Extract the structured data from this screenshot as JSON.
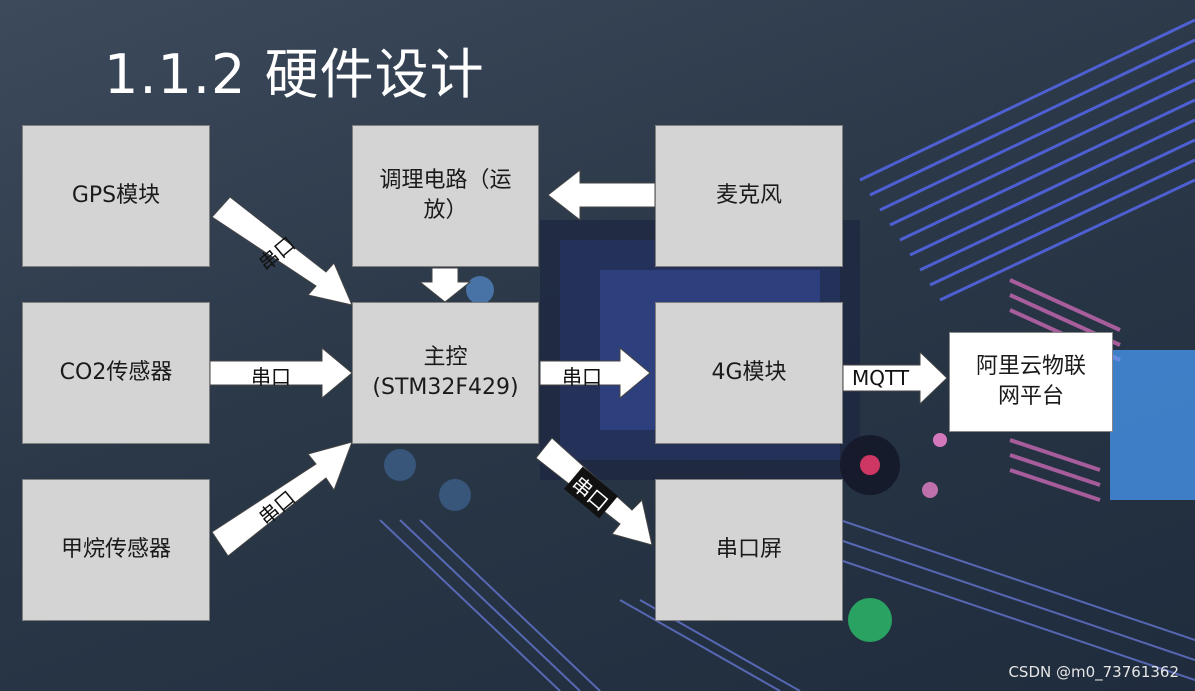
{
  "title": "1.1.2 硬件设计",
  "nodes": {
    "gps": "GPS模块",
    "co2": "CO2传感器",
    "methane": "甲烷传感器",
    "conditioning_line1": "调理电路（运",
    "conditioning_line2": "放）",
    "microphone": "麦克风",
    "mcu_line1": "主控",
    "mcu_line2": "(STM32F429)",
    "module4g": "4G模块",
    "aliyun_line1": "阿里云物联",
    "aliyun_line2": "网平台",
    "screen": "串口屏"
  },
  "edges": {
    "gps_mcu": "串口",
    "co2_mcu": "串口",
    "methane_mcu": "串口",
    "mcu_4g": "串口",
    "mcu_screen": "串口",
    "g4_aliyun": "MQTT"
  },
  "watermark": "CSDN @m0_73761362"
}
